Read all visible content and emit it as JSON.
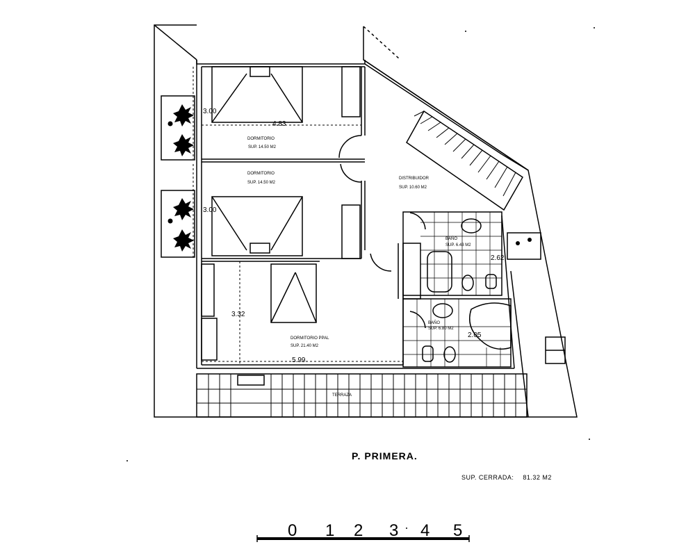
{
  "rooms": [
    {
      "name": "DORMITORIO",
      "area": "SUP.  14.50  M2"
    },
    {
      "name": "DORMITORIO",
      "area": "SUP.  14.50  M2"
    },
    {
      "name": "DISTRIBUIDOR",
      "area": "SUP.  10.60  M2"
    },
    {
      "name": "BAÑO",
      "area": "SUP.  6.43  M2"
    },
    {
      "name": "BAÑO",
      "area": "SUP.  6.80  M2"
    },
    {
      "name": "DORMITORIO  PPAL",
      "area": "SUP.  21.40  M2"
    },
    {
      "name": "TERRAZA"
    }
  ],
  "dimensions": [
    "3.00",
    "4.83",
    "3.00",
    "3.32",
    "5.99",
    "2.62",
    "2.05"
  ],
  "title": "P.  PRIMERA.",
  "summary": {
    "label": "SUP.  CERRADA:",
    "value": "81.32  M2"
  },
  "scale": {
    "ticks": [
      "0",
      "1",
      "2",
      "3",
      "4",
      "5"
    ]
  }
}
